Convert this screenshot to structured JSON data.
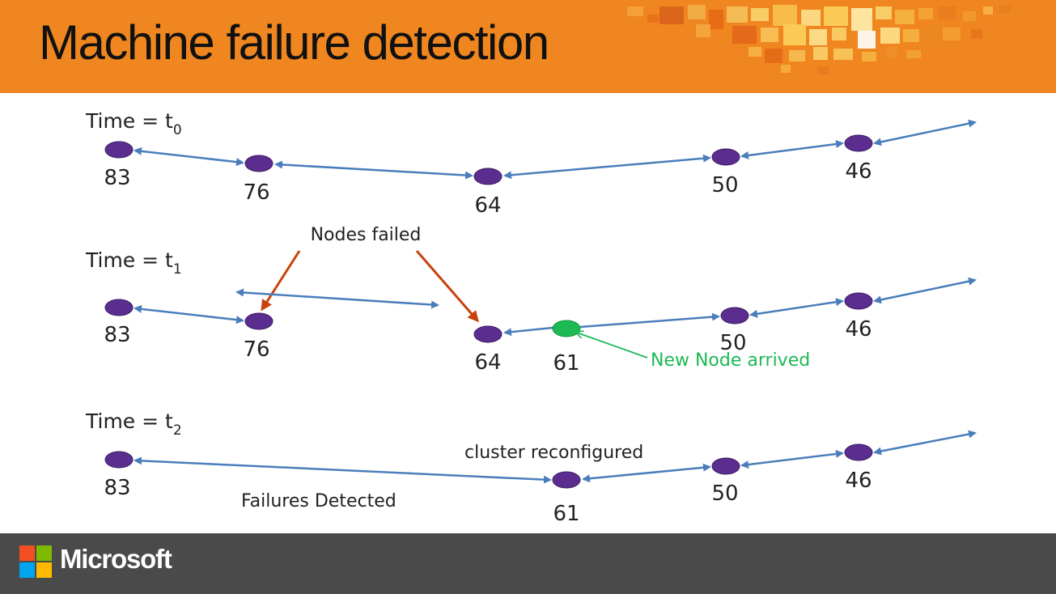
{
  "slide": {
    "title": "Machine failure detection",
    "brand": "Microsoft"
  },
  "colors": {
    "header": "#f0861f",
    "footer": "#4a4a4a",
    "node": "#5b2d8e",
    "new_node": "#1db954",
    "link": "#4a7ebb",
    "failure_arrow": "#c8420c",
    "new_node_text": "#1db954"
  },
  "rows": [
    {
      "time_prefix": "Time = t",
      "time_sub": "0",
      "nodes": [
        {
          "id": "83"
        },
        {
          "id": "76"
        },
        {
          "id": "64"
        },
        {
          "id": "50"
        },
        {
          "id": "46"
        }
      ]
    },
    {
      "time_prefix": "Time = t",
      "time_sub": "1",
      "nodes": [
        {
          "id": "83"
        },
        {
          "id": "76"
        },
        {
          "id": "64"
        },
        {
          "id": "61",
          "new": true
        },
        {
          "id": "50"
        },
        {
          "id": "46"
        }
      ]
    },
    {
      "time_prefix": "Time = t",
      "time_sub": "2",
      "nodes": [
        {
          "id": "83"
        },
        {
          "id": "61"
        },
        {
          "id": "50"
        },
        {
          "id": "46"
        }
      ]
    }
  ],
  "annotations": {
    "nodes_failed": "Nodes failed",
    "new_node": "New Node arrived",
    "reconfigured": "cluster reconfigured",
    "detected": "Failures Detected"
  }
}
